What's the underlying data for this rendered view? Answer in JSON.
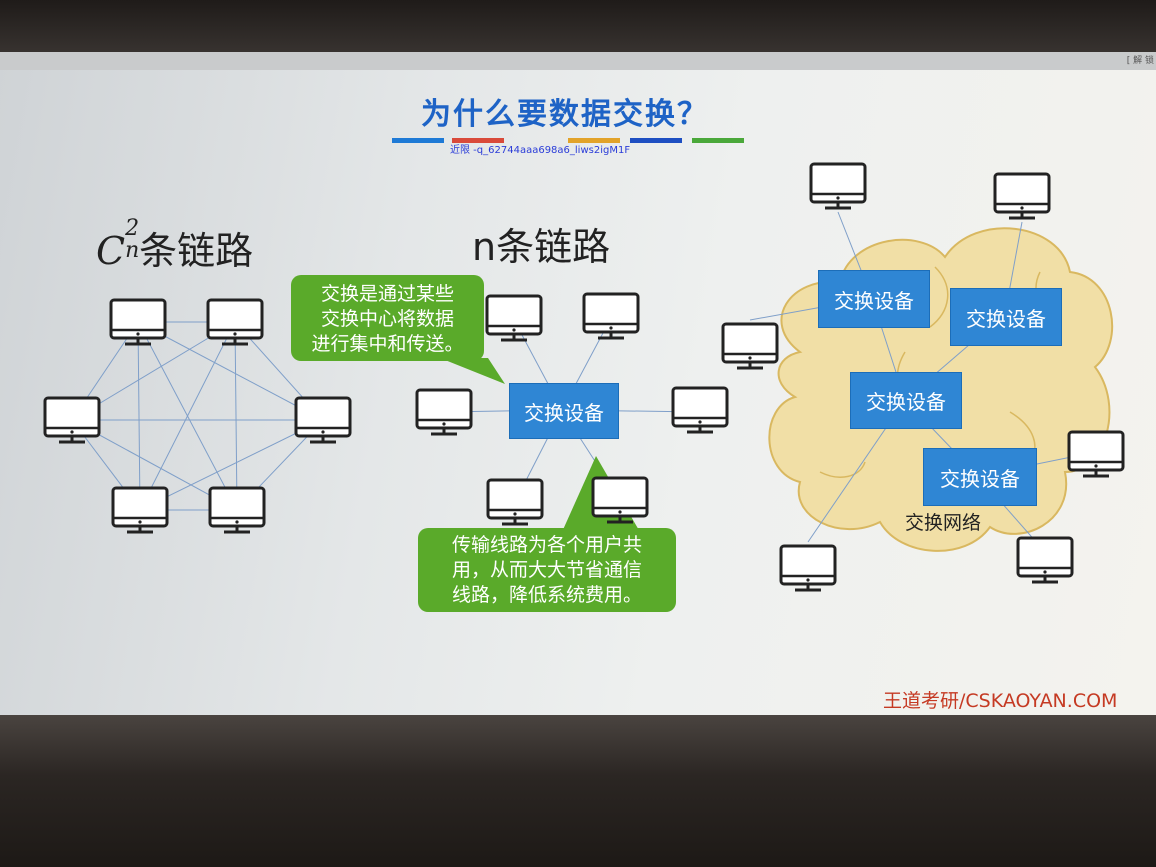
{
  "slide": {
    "title": "为什么要数据交换？",
    "corner_tag": "[ 解 锁",
    "watermark": "近限 -q_62744aaa698a6_liws2igM1F",
    "stripe_colors": [
      "#1e7ad6",
      "#d94a3a",
      "#e2a32a",
      "#1e4fc2",
      "#4aa83a"
    ],
    "left_label": {
      "base": "C",
      "sub": "n",
      "sup": "2",
      "text": "条链路"
    },
    "middle_label": "n条链路",
    "center_switch": "交换设备",
    "callout_top": [
      "交换是通过某些",
      "交换中心将数据",
      "进行集中和传送。"
    ],
    "callout_bottom": [
      "传输线路为各个用户共",
      "用，从而大大节省通信",
      "线路，降低系统费用。"
    ],
    "cloud_switches": [
      "交换设备",
      "交换设备",
      "交换设备",
      "交换设备"
    ],
    "cloud_label": "交换网络",
    "brand": "王道考研/CSKAOYAN.COM",
    "colors": {
      "title": "#1e63c6",
      "switch": "#2f86d4",
      "callout": "#5aaa2a",
      "cloud": "#f1dfa6",
      "brand": "#c53a23"
    }
  }
}
